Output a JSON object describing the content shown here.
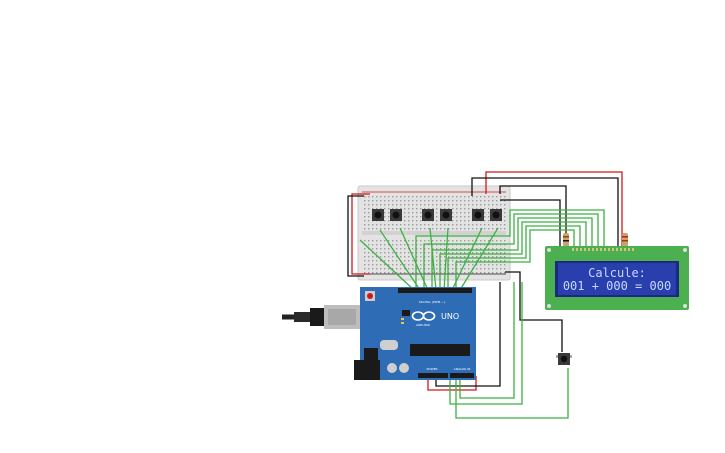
{
  "lcd": {
    "line1": "Calcule:",
    "line2": "001 + 000 = 000"
  },
  "arduino": {
    "logo_text": "UNO",
    "brand_text": "ARDUINO",
    "digital_label": "DIGITAL (PWM ~)",
    "power_label": "POWER",
    "analog_label": "ANALOG IN"
  },
  "colors": {
    "board": "#2e6db5",
    "breadboard": "#e6e6e6",
    "lcd_pcb": "#4caf50",
    "lcd_screen": "#2a3fae",
    "wire_red": "#d01818",
    "wire_black": "#111111",
    "wire_green": "#3cb043"
  }
}
